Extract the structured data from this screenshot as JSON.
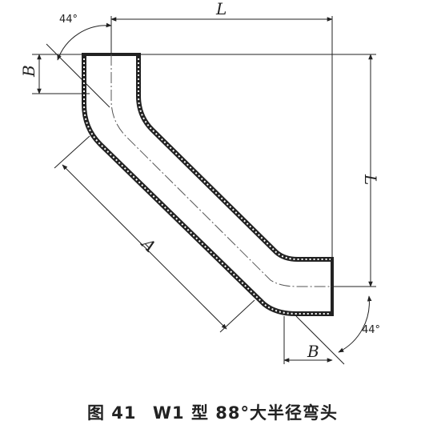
{
  "labels": {
    "angle_top": "44°",
    "angle_bottom": "44°",
    "dim_L_horizontal": "L",
    "dim_L_vertical": "L",
    "dim_B_left": "B",
    "dim_B_bottom": "B",
    "dim_A": "A"
  },
  "caption": {
    "figure_number": "图 41",
    "title": "W1 型 88°大半径弯头"
  }
}
